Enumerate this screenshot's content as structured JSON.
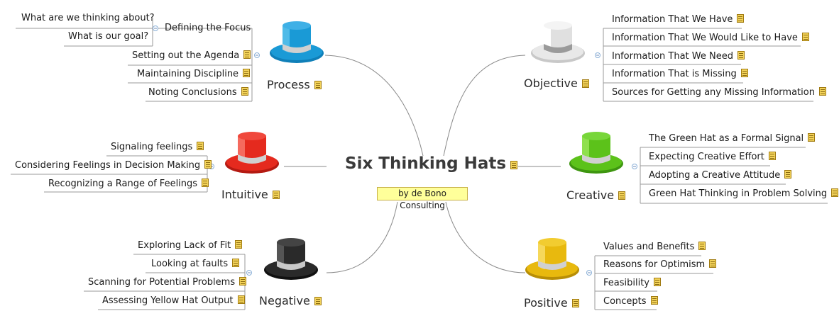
{
  "center": {
    "title": "Six Thinking Hats",
    "subtitle": "by de Bono Consulting"
  },
  "process": {
    "label": "Process",
    "hat_color": "#1a9ad6",
    "topics": [
      "Defining the Focus",
      "Setting out the Agenda",
      "Maintaining Discipline",
      "Noting Conclusions"
    ],
    "focus_sub": [
      "What are we thinking about?",
      "What is our goal?"
    ]
  },
  "objective": {
    "label": "Objective",
    "hat_color": "#e8e8e8",
    "topics": [
      "Information That We Have",
      "Information That We Would Like to Have",
      "Information That We Need",
      "Information That is Missing",
      "Sources for Getting any Missing Information"
    ]
  },
  "intuitive": {
    "label": "Intuitive",
    "hat_color": "#e52a1e",
    "topics": [
      "Signaling feelings",
      "Considering Feelings in Decision Making",
      "Recognizing a Range of Feelings"
    ]
  },
  "creative": {
    "label": "Creative",
    "hat_color": "#5cc21a",
    "topics": [
      "The Green Hat as a Formal Signal",
      "Expecting Creative Effort",
      "Adopting a Creative Attitude",
      "Green Hat Thinking in Problem Solving"
    ]
  },
  "negative": {
    "label": "Negative",
    "hat_color": "#2a2a2a",
    "topics": [
      "Exploring Lack of Fit",
      "Looking at faults",
      "Scanning for Potential Problems",
      "Assessing Yellow Hat Output"
    ]
  },
  "positive": {
    "label": "Positive",
    "hat_color": "#e8b90e",
    "topics": [
      "Values and Benefits",
      "Reasons for Optimism",
      "Feasibility",
      "Concepts"
    ]
  }
}
